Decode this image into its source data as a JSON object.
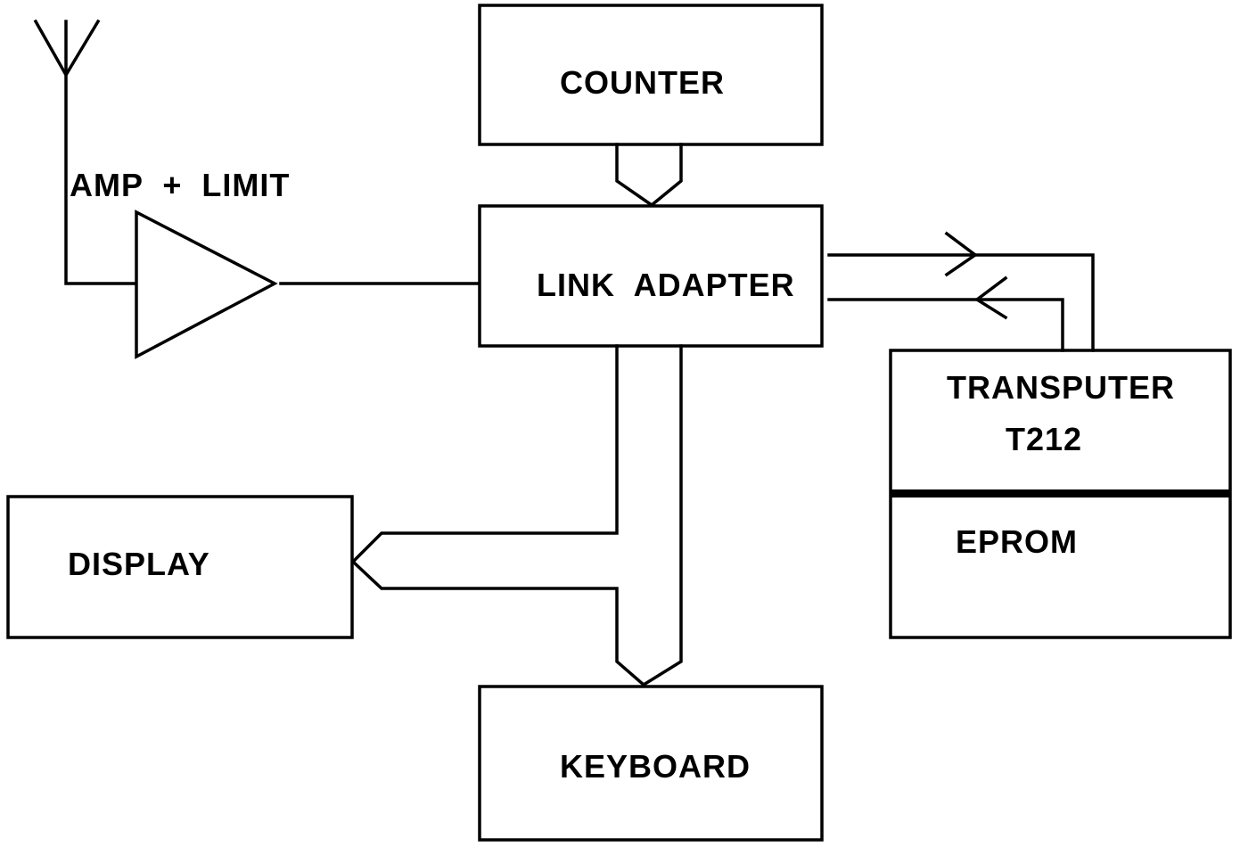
{
  "blocks": {
    "counter": "COUNTER",
    "link_adapter": "LINK  ADAPTER",
    "amp_limit": "AMP  +  LIMIT",
    "transputer_line1": "TRANSPUTER",
    "transputer_line2": "T212",
    "eprom": "EPROM",
    "display": "DISPLAY",
    "keyboard": "KEYBOARD"
  }
}
